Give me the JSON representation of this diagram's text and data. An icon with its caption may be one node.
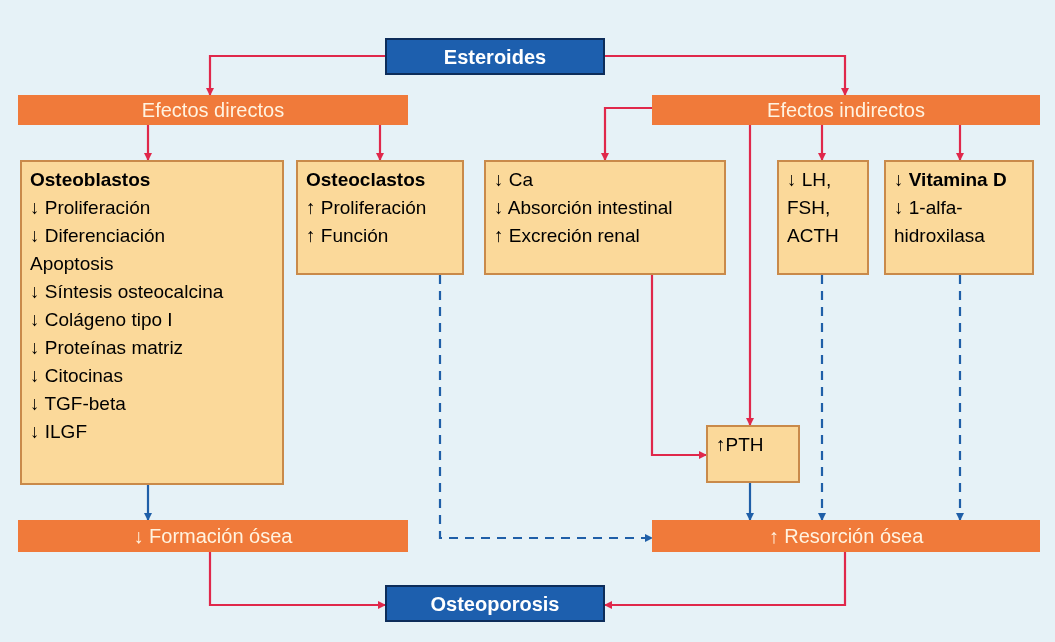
{
  "diagram": {
    "nodes": [
      {
        "text": [
          "Esteroides"
        ]
      },
      {
        "text": [
          "Efectos directos"
        ]
      },
      {
        "text": [
          "Efectos indirectos"
        ]
      },
      {
        "text": [
          "Osteoblastos",
          "↓ Proliferación",
          "↓ Diferenciación",
          "Apoptosis",
          "↓ Síntesis osteocalcina",
          "↓ Colágeno tipo I",
          "↓ Proteínas matriz",
          "↓ Citocinas",
          "↓ TGF-beta",
          "↓ ILGF"
        ]
      },
      {
        "text": [
          "Osteoclastos",
          "↑ Proliferación",
          "↑ Función"
        ]
      },
      {
        "text": [
          "↓ Ca",
          "↓ Absorción intestinal",
          "↑ Excreción renal"
        ]
      },
      {
        "text": [
          "↓ LH, FSH, ACTH"
        ]
      },
      {
        "text": [
          "↓ Vitamina D",
          "↓ 1-alfa-hidroxilasa"
        ]
      },
      {
        "text": [
          "↑PTH"
        ]
      },
      {
        "text": [
          "↓ Formación ósea"
        ]
      },
      {
        "text": [
          "↑ Resorción ósea"
        ]
      },
      {
        "text": [
          "Osteoporosis"
        ]
      }
    ],
    "edges": [
      {
        "from": 0,
        "to": 1,
        "arrow": "to"
      },
      {
        "from": 0,
        "to": 2,
        "arrow": "to"
      },
      {
        "from": 1,
        "to": 3,
        "arrow": "to"
      },
      {
        "from": 1,
        "to": 4,
        "arrow": "to"
      },
      {
        "from": 2,
        "to": 5,
        "arrow": "to"
      },
      {
        "from": 2,
        "to": 8,
        "arrow": "to"
      },
      {
        "from": 2,
        "to": 6,
        "arrow": "to"
      },
      {
        "from": 2,
        "to": 7,
        "arrow": "to"
      },
      {
        "from": 3,
        "to": 9,
        "arrow": "to",
        "color": "#1f5fa8"
      },
      {
        "from": 4,
        "to": 10,
        "arrow": "to",
        "style": "dashed",
        "color": "#1f5fa8"
      },
      {
        "from": 5,
        "to": 8,
        "arrow": "to"
      },
      {
        "from": 8,
        "to": 10,
        "arrow": "to",
        "color": "#1f5fa8"
      },
      {
        "from": 6,
        "to": 10,
        "arrow": "to",
        "style": "dashed",
        "color": "#1f5fa8"
      },
      {
        "from": 7,
        "to": 10,
        "arrow": "to",
        "style": "dashed",
        "color": "#1f5fa8"
      },
      {
        "from": 9,
        "to": 11,
        "arrow": "to"
      },
      {
        "from": 10,
        "to": 11,
        "arrow": "to"
      }
    ]
  }
}
